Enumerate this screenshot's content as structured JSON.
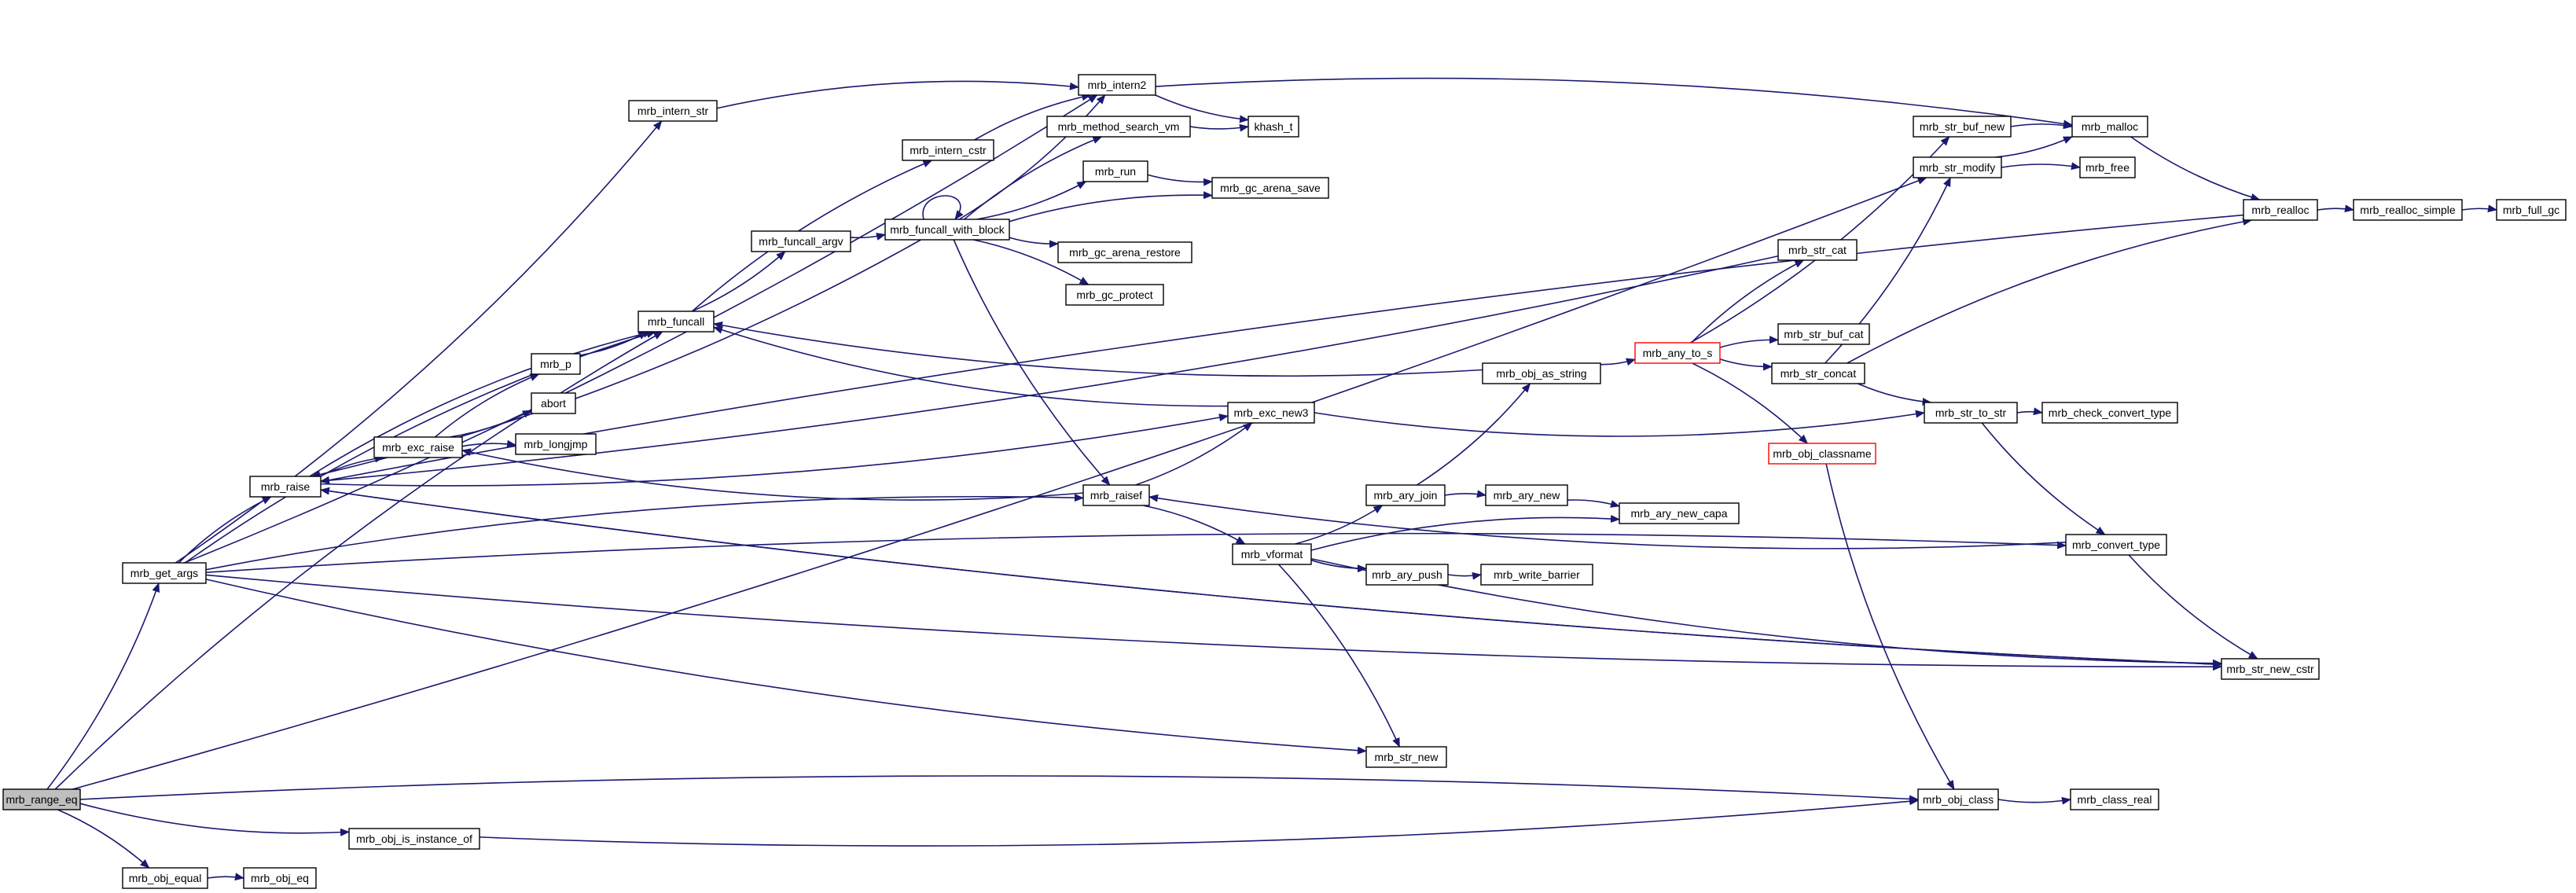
{
  "graph": {
    "nodes": [
      {
        "id": "mrb_range_eq",
        "label": "mrb_range_eq",
        "style": "root"
      },
      {
        "id": "mrb_get_args",
        "label": "mrb_get_args"
      },
      {
        "id": "mrb_obj_equal",
        "label": "mrb_obj_equal"
      },
      {
        "id": "mrb_obj_eq",
        "label": "mrb_obj_eq"
      },
      {
        "id": "mrb_obj_is_instance_of",
        "label": "mrb_obj_is_instance_of"
      },
      {
        "id": "mrb_raise",
        "label": "mrb_raise"
      },
      {
        "id": "mrb_intern_str",
        "label": "mrb_intern_str"
      },
      {
        "id": "mrb_exc_raise",
        "label": "mrb_exc_raise"
      },
      {
        "id": "mrb_p",
        "label": "mrb_p"
      },
      {
        "id": "abort",
        "label": "abort"
      },
      {
        "id": "mrb_longjmp",
        "label": "mrb_longjmp"
      },
      {
        "id": "mrb_funcall",
        "label": "mrb_funcall"
      },
      {
        "id": "mrb_funcall_argv",
        "label": "mrb_funcall_argv"
      },
      {
        "id": "mrb_intern_cstr",
        "label": "mrb_intern_cstr"
      },
      {
        "id": "mrb_intern2",
        "label": "mrb_intern2"
      },
      {
        "id": "mrb_method_search_vm",
        "label": "mrb_method_search_vm"
      },
      {
        "id": "mrb_run",
        "label": "mrb_run"
      },
      {
        "id": "mrb_funcall_with_block",
        "label": "mrb_funcall_with_block"
      },
      {
        "id": "mrb_gc_arena_restore",
        "label": "mrb_gc_arena_restore"
      },
      {
        "id": "mrb_gc_protect",
        "label": "mrb_gc_protect"
      },
      {
        "id": "khash_t",
        "label": "khash_t"
      },
      {
        "id": "mrb_gc_arena_save",
        "label": "mrb_gc_arena_save"
      },
      {
        "id": "mrb_exc_new3",
        "label": "mrb_exc_new3"
      },
      {
        "id": "mrb_raisef",
        "label": "mrb_raisef"
      },
      {
        "id": "mrb_vformat",
        "label": "mrb_vformat"
      },
      {
        "id": "mrb_ary_join",
        "label": "mrb_ary_join"
      },
      {
        "id": "mrb_ary_new",
        "label": "mrb_ary_new"
      },
      {
        "id": "mrb_ary_new_capa",
        "label": "mrb_ary_new_capa"
      },
      {
        "id": "mrb_ary_push",
        "label": "mrb_ary_push"
      },
      {
        "id": "mrb_write_barrier",
        "label": "mrb_write_barrier"
      },
      {
        "id": "mrb_str_new",
        "label": "mrb_str_new"
      },
      {
        "id": "mrb_obj_as_string",
        "label": "mrb_obj_as_string"
      },
      {
        "id": "mrb_any_to_s",
        "label": "mrb_any_to_s",
        "style": "red"
      },
      {
        "id": "mrb_obj_classname",
        "label": "mrb_obj_classname",
        "style": "red"
      },
      {
        "id": "mrb_str_cat",
        "label": "mrb_str_cat"
      },
      {
        "id": "mrb_str_buf_cat",
        "label": "mrb_str_buf_cat"
      },
      {
        "id": "mrb_str_concat",
        "label": "mrb_str_concat"
      },
      {
        "id": "mrb_str_buf_new",
        "label": "mrb_str_buf_new"
      },
      {
        "id": "mrb_str_modify",
        "label": "mrb_str_modify"
      },
      {
        "id": "mrb_malloc",
        "label": "mrb_malloc"
      },
      {
        "id": "mrb_free",
        "label": "mrb_free"
      },
      {
        "id": "mrb_str_to_str",
        "label": "mrb_str_to_str"
      },
      {
        "id": "mrb_check_convert_type",
        "label": "mrb_check_convert_type"
      },
      {
        "id": "mrb_convert_type",
        "label": "mrb_convert_type"
      },
      {
        "id": "mrb_str_new_cstr",
        "label": "mrb_str_new_cstr"
      },
      {
        "id": "mrb_obj_class",
        "label": "mrb_obj_class"
      },
      {
        "id": "mrb_class_real",
        "label": "mrb_class_real"
      },
      {
        "id": "mrb_realloc",
        "label": "mrb_realloc"
      },
      {
        "id": "mrb_realloc_simple",
        "label": "mrb_realloc_simple"
      },
      {
        "id": "mrb_full_gc",
        "label": "mrb_full_gc"
      }
    ],
    "edges": [
      [
        "mrb_range_eq",
        "mrb_funcall"
      ],
      [
        "mrb_range_eq",
        "mrb_get_args"
      ],
      [
        "mrb_range_eq",
        "mrb_obj_equal"
      ],
      [
        "mrb_range_eq",
        "mrb_obj_is_instance_of"
      ],
      [
        "mrb_range_eq",
        "mrb_obj_class"
      ],
      [
        "mrb_range_eq",
        "mrb_str_modify"
      ],
      [
        "mrb_obj_equal",
        "mrb_obj_eq"
      ],
      [
        "mrb_obj_is_instance_of",
        "mrb_obj_class"
      ],
      [
        "mrb_get_args",
        "mrb_raise"
      ],
      [
        "mrb_get_args",
        "mrb_intern_str"
      ],
      [
        "mrb_get_args",
        "mrb_funcall"
      ],
      [
        "mrb_get_args",
        "mrb_intern2"
      ],
      [
        "mrb_get_args",
        "mrb_raisef"
      ],
      [
        "mrb_get_args",
        "mrb_str_new"
      ],
      [
        "mrb_get_args",
        "mrb_convert_type"
      ],
      [
        "mrb_get_args",
        "mrb_str_new_cstr"
      ],
      [
        "mrb_raise",
        "mrb_exc_raise"
      ],
      [
        "mrb_raise",
        "mrb_exc_new3"
      ],
      [
        "mrb_raise",
        "mrb_funcall"
      ],
      [
        "mrb_raise",
        "mrb_str_new_cstr"
      ],
      [
        "mrb_exc_raise",
        "mrb_p"
      ],
      [
        "mrb_exc_raise",
        "abort"
      ],
      [
        "mrb_exc_raise",
        "mrb_longjmp"
      ],
      [
        "mrb_p",
        "mrb_funcall"
      ],
      [
        "mrb_intern_str",
        "mrb_intern2"
      ],
      [
        "mrb_funcall",
        "mrb_funcall_argv"
      ],
      [
        "mrb_funcall",
        "mrb_intern_cstr"
      ],
      [
        "mrb_funcall_argv",
        "mrb_funcall_with_block"
      ],
      [
        "mrb_intern_cstr",
        "mrb_intern2"
      ],
      [
        "mrb_intern2",
        "khash_t"
      ],
      [
        "mrb_intern2",
        "mrb_malloc"
      ],
      [
        "mrb_method_search_vm",
        "khash_t"
      ],
      [
        "mrb_funcall_with_block",
        "mrb_funcall_with_block"
      ],
      [
        "mrb_funcall_with_block",
        "mrb_intern2"
      ],
      [
        "mrb_funcall_with_block",
        "mrb_method_search_vm"
      ],
      [
        "mrb_funcall_with_block",
        "mrb_run"
      ],
      [
        "mrb_funcall_with_block",
        "mrb_gc_arena_save"
      ],
      [
        "mrb_funcall_with_block",
        "mrb_gc_arena_restore"
      ],
      [
        "mrb_funcall_with_block",
        "mrb_gc_protect"
      ],
      [
        "mrb_funcall_with_block",
        "mrb_raisef"
      ],
      [
        "mrb_funcall_with_block",
        "mrb_raise"
      ],
      [
        "mrb_run",
        "mrb_gc_arena_save"
      ],
      [
        "mrb_exc_new3",
        "mrb_funcall"
      ],
      [
        "mrb_exc_new3",
        "mrb_str_to_str"
      ],
      [
        "mrb_raisef",
        "mrb_exc_raise"
      ],
      [
        "mrb_raisef",
        "mrb_exc_new3"
      ],
      [
        "mrb_raisef",
        "mrb_vformat"
      ],
      [
        "mrb_vformat",
        "mrb_ary_join"
      ],
      [
        "mrb_vformat",
        "mrb_ary_new_capa"
      ],
      [
        "mrb_vformat",
        "mrb_ary_push"
      ],
      [
        "mrb_vformat",
        "mrb_str_new"
      ],
      [
        "mrb_vformat",
        "mrb_str_new_cstr"
      ],
      [
        "mrb_ary_join",
        "mrb_ary_new"
      ],
      [
        "mrb_ary_join",
        "mrb_obj_as_string"
      ],
      [
        "mrb_ary_new",
        "mrb_ary_new_capa"
      ],
      [
        "mrb_ary_push",
        "mrb_write_barrier"
      ],
      [
        "mrb_obj_as_string",
        "mrb_funcall"
      ],
      [
        "mrb_obj_as_string",
        "mrb_any_to_s"
      ],
      [
        "mrb_any_to_s",
        "mrb_str_cat"
      ],
      [
        "mrb_any_to_s",
        "mrb_str_buf_new"
      ],
      [
        "mrb_any_to_s",
        "mrb_str_buf_cat"
      ],
      [
        "mrb_any_to_s",
        "mrb_str_concat"
      ],
      [
        "mrb_any_to_s",
        "mrb_obj_classname"
      ],
      [
        "mrb_obj_classname",
        "mrb_obj_class"
      ],
      [
        "mrb_str_cat",
        "mrb_raise"
      ],
      [
        "mrb_str_concat",
        "mrb_str_modify"
      ],
      [
        "mrb_str_concat",
        "mrb_realloc"
      ],
      [
        "mrb_str_concat",
        "mrb_str_to_str"
      ],
      [
        "mrb_str_buf_new",
        "mrb_malloc"
      ],
      [
        "mrb_str_modify",
        "mrb_malloc"
      ],
      [
        "mrb_str_modify",
        "mrb_free"
      ],
      [
        "mrb_malloc",
        "mrb_realloc"
      ],
      [
        "mrb_str_to_str",
        "mrb_check_convert_type"
      ],
      [
        "mrb_str_to_str",
        "mrb_convert_type"
      ],
      [
        "mrb_convert_type",
        "mrb_raisef"
      ],
      [
        "mrb_convert_type",
        "mrb_str_new_cstr"
      ],
      [
        "mrb_str_new_cstr",
        "mrb_raise"
      ],
      [
        "mrb_obj_class",
        "mrb_class_real"
      ],
      [
        "mrb_realloc",
        "mrb_realloc_simple"
      ],
      [
        "mrb_realloc",
        "mrb_raise"
      ],
      [
        "mrb_realloc_simple",
        "mrb_full_gc"
      ]
    ]
  },
  "colors": {
    "edge": "#191970",
    "node_border": "#000000",
    "node_red_border": "#ff0000",
    "root_fill": "#bfbfbf",
    "node_fill": "#ffffff",
    "label": "#000000"
  }
}
